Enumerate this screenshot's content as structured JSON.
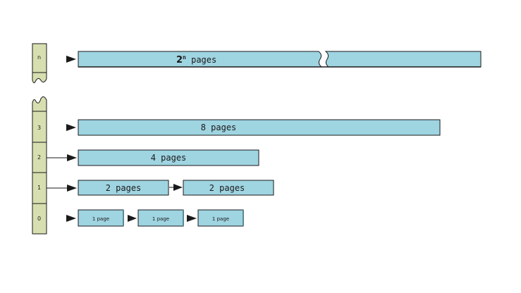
{
  "order_column": {
    "levels": [
      "n",
      "3",
      "2",
      "1",
      "0"
    ]
  },
  "blocks": {
    "level_n": {
      "label_base": "2",
      "label_exp": "n",
      "label_rest": " pages"
    },
    "level_3": {
      "label": "8 pages"
    },
    "level_2": {
      "label": "4 pages"
    },
    "level_1": [
      {
        "label": "2 pages"
      },
      {
        "label": "2 pages"
      }
    ],
    "level_0": [
      {
        "label": "1 page"
      },
      {
        "label": "1 page"
      },
      {
        "label": "1 page"
      }
    ]
  },
  "colors": {
    "block_fill": "#9fd4e1",
    "column_fill": "#d7dfb0",
    "outline": "#1a1a1a"
  }
}
